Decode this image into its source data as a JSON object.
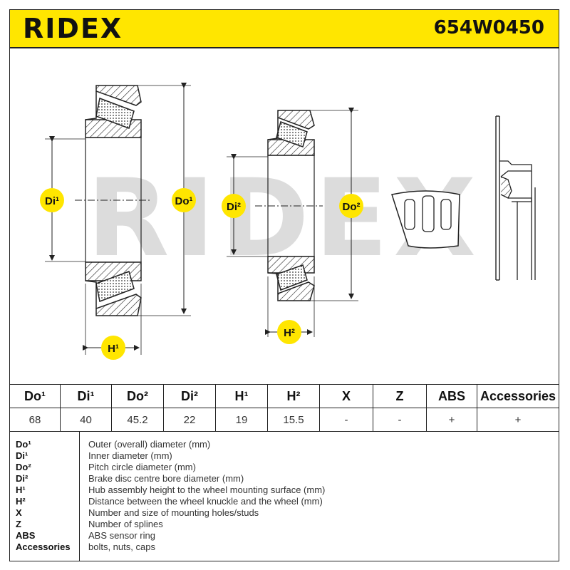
{
  "brand": "RIDEX",
  "part_number": "654W0450",
  "watermark": "RIDEX",
  "dimension_labels": {
    "di1": "Di¹",
    "do1": "Do¹",
    "di2": "Di²",
    "do2": "Do²",
    "h1": "H¹",
    "h2": "H²"
  },
  "colors": {
    "header_bg": "#ffe600",
    "badge_bg": "#ffe600",
    "watermark": "#d9d9d9"
  },
  "spec_table": {
    "headers": [
      "Do¹",
      "Di¹",
      "Do²",
      "Di²",
      "H¹",
      "H²",
      "X",
      "Z",
      "ABS",
      "Accessories"
    ],
    "values": [
      "68",
      "40",
      "45.2",
      "22",
      "19",
      "15.5",
      "-",
      "-",
      "+",
      "+"
    ]
  },
  "legend": [
    {
      "key": "Do¹",
      "desc": "Outer (overall) diameter (mm)"
    },
    {
      "key": "Di¹",
      "desc": "Inner diameter (mm)"
    },
    {
      "key": "Do²",
      "desc": "Pitch circle diameter (mm)"
    },
    {
      "key": "Di²",
      "desc": "Brake disc centre bore diameter (mm)"
    },
    {
      "key": "H¹",
      "desc": "Hub assembly height to the wheel mounting surface (mm)"
    },
    {
      "key": "H²",
      "desc": "Distance between the wheel knuckle and the wheel (mm)"
    },
    {
      "key": "X",
      "desc": "Number and size of mounting holes/studs"
    },
    {
      "key": "Z",
      "desc": "Number of splines"
    },
    {
      "key": "ABS",
      "desc": "ABS sensor ring"
    },
    {
      "key": "Accessories",
      "desc": "bolts, nuts, caps"
    }
  ]
}
